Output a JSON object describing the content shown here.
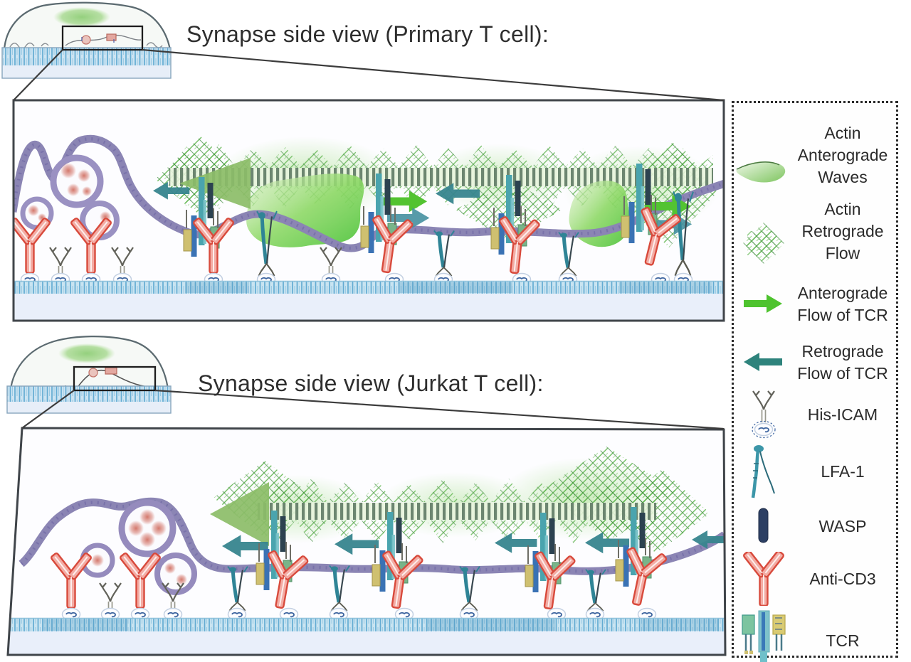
{
  "titles": {
    "primary": "Synapse side view (Primary T cell):",
    "jurkat": "Synapse side view (Jurkat T cell):"
  },
  "legend": {
    "items": [
      {
        "icon": "actin-anterograde-wave-icon",
        "label": "Actin Anterograde Waves"
      },
      {
        "icon": "actin-retrograde-flow-icon",
        "label": "Actin Retrograde Flow"
      },
      {
        "icon": "anterograde-tcr-arrow-icon",
        "label": "Anterograde Flow of TCR"
      },
      {
        "icon": "retrograde-tcr-arrow-icon",
        "label": "Retrograde Flow of TCR"
      },
      {
        "icon": "his-icam-icon",
        "label": "His-ICAM"
      },
      {
        "icon": "lfa1-icon",
        "label": "LFA-1"
      },
      {
        "icon": "wasp-icon",
        "label": "WASP"
      },
      {
        "icon": "anti-cd3-icon",
        "label": "Anti-CD3"
      },
      {
        "icon": "tcr-icon",
        "label": "TCR"
      }
    ]
  },
  "colors": {
    "membrane_purple": "#8b85b4",
    "actin_green": "#53c331",
    "retrograde_teal": "#37858e",
    "anti_cd3_red": "#d84a3c",
    "wasp_navy": "#2b3e63",
    "substrate_blue": "#63abd2",
    "vesicle_ring": "#9a91c2",
    "panel_border": "#40454a"
  }
}
